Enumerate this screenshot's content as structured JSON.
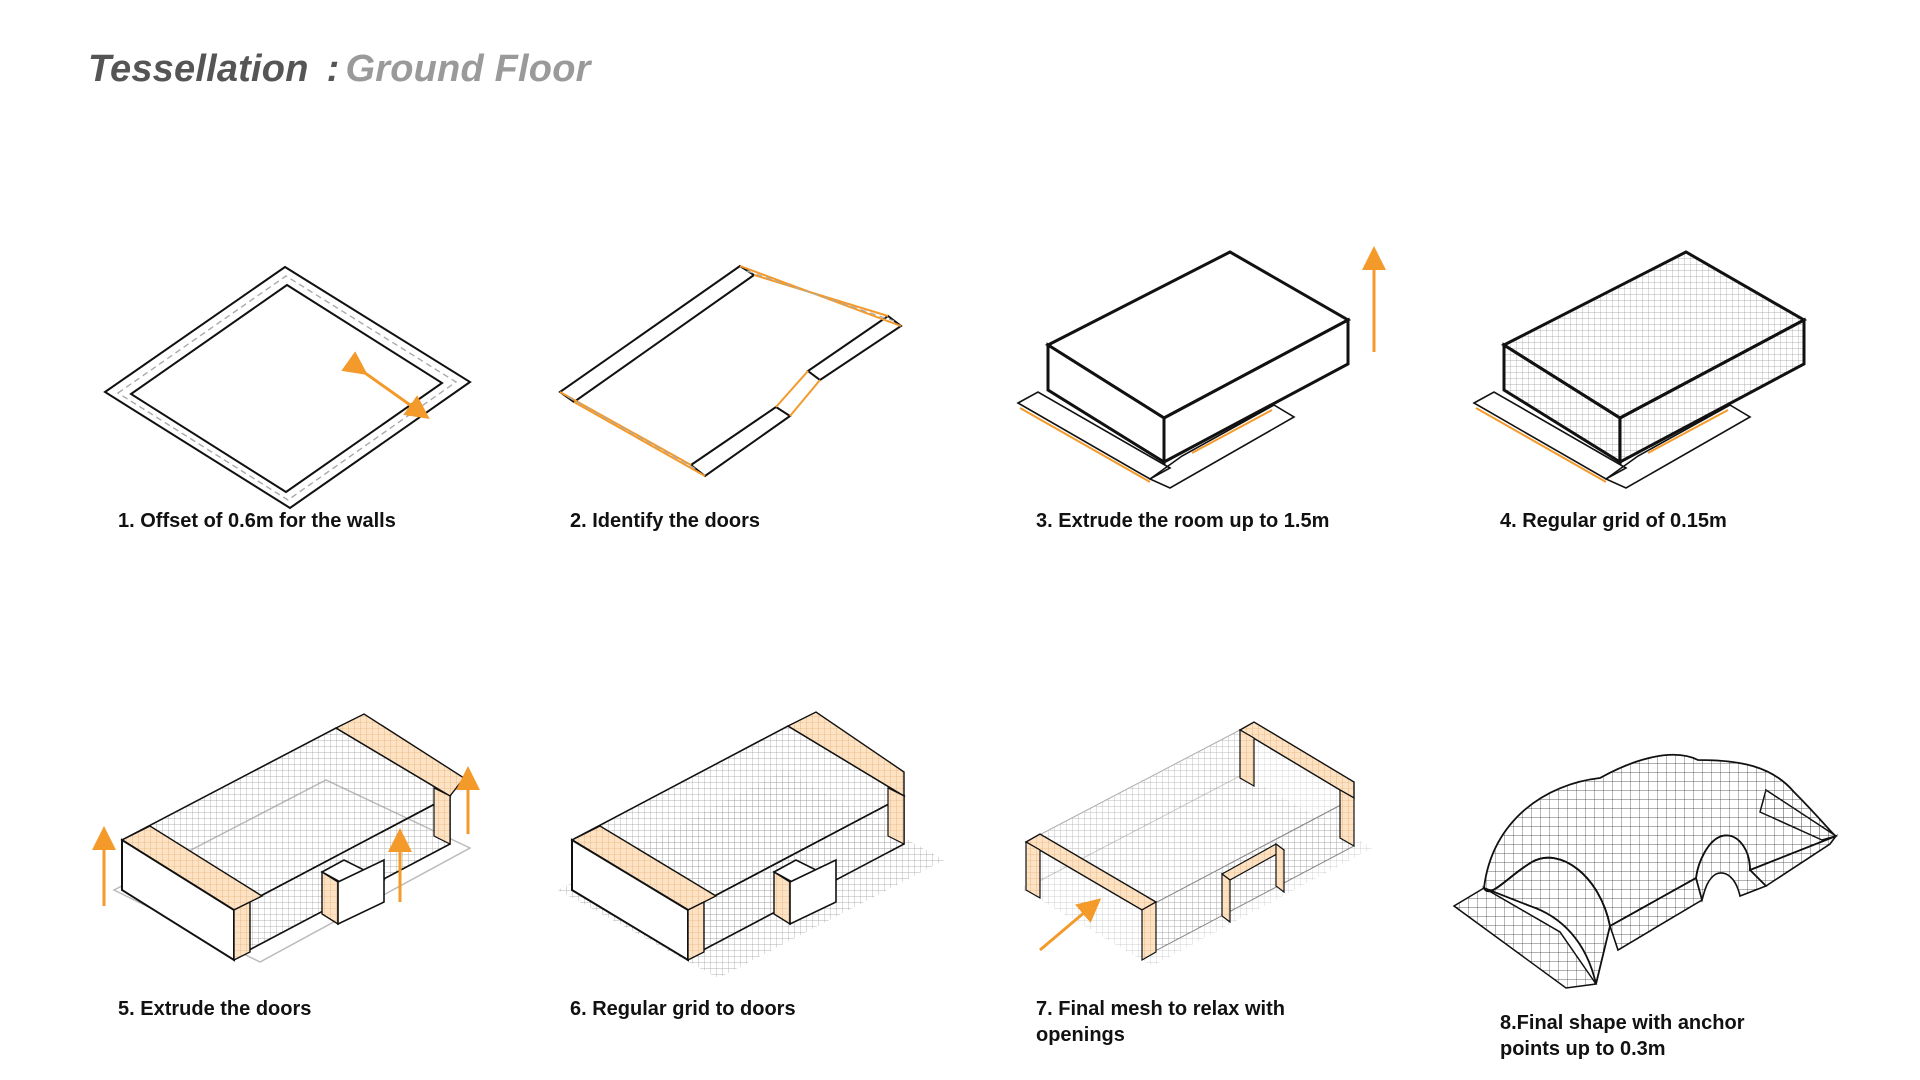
{
  "header": {
    "title_main": "Tessellation",
    "title_separator": ":",
    "title_sub": "Ground Floor"
  },
  "colors": {
    "accent": "#f39a2b",
    "door_fill": "#fde2c4",
    "line": "#111111",
    "grid": "#9a9a9a",
    "title_dark": "#555555",
    "title_light": "#9a9a9a"
  },
  "steps": [
    {
      "caption": "1. Offset of 0.6m for the  walls"
    },
    {
      "caption": "2. Identify the doors"
    },
    {
      "caption": "3. Extrude the room up to 1.5m"
    },
    {
      "caption": "4. Regular grid of 0.15m"
    },
    {
      "caption": "5. Extrude the doors"
    },
    {
      "caption": "6. Regular grid to doors"
    },
    {
      "caption": "7. Final mesh to relax with openings"
    },
    {
      "caption": "8.Final shape with anchor points up to 0.3m"
    }
  ]
}
